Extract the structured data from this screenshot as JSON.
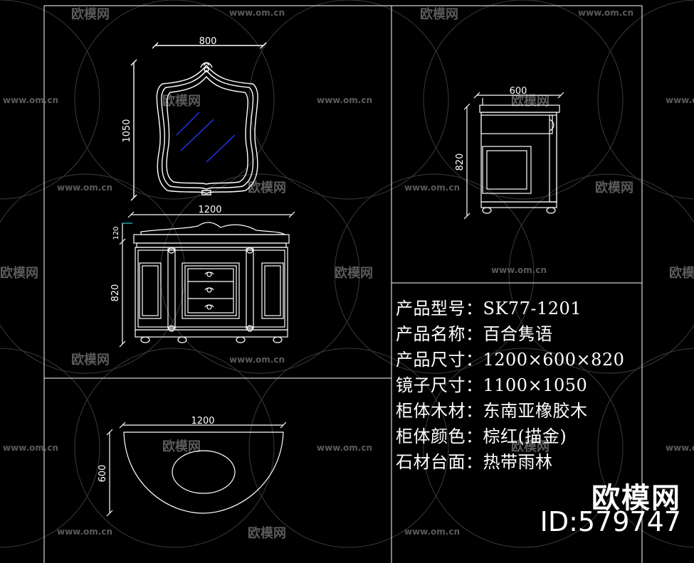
{
  "watermark": {
    "url": "www.om.cn",
    "logo_text": "欧模网"
  },
  "elevation_mirror": {
    "width_label": "800",
    "height_label": "1050"
  },
  "elevation_cabinet": {
    "width_label": "1200",
    "top_height_label": "120",
    "height_label": "820"
  },
  "side_view": {
    "depth_label": "600",
    "height_label": "820"
  },
  "plan_view": {
    "width_label": "1200",
    "depth_label": "600"
  },
  "specs": [
    {
      "label": "产品型号：",
      "value": "SK77-1201"
    },
    {
      "label": "产品名称：",
      "value": "百合隽语"
    },
    {
      "label": "产品尺寸：",
      "value": "1200×600×820"
    },
    {
      "label": "镜子尺寸：",
      "value": "1100×1050"
    },
    {
      "label": "柜体木材：",
      "value": "东南亚橡胶木"
    },
    {
      "label": "柜体颜色：",
      "value": "棕红(描金)"
    },
    {
      "label": "石材台面：",
      "value": "热带雨林"
    }
  ],
  "brand": {
    "logo_text": "欧模网",
    "id_text": "ID:579747"
  },
  "colors": {
    "background": "#000000",
    "lines": "#ffffff",
    "watermark": "#5a5a5a",
    "mirror_glass": "#1f2fd0"
  }
}
